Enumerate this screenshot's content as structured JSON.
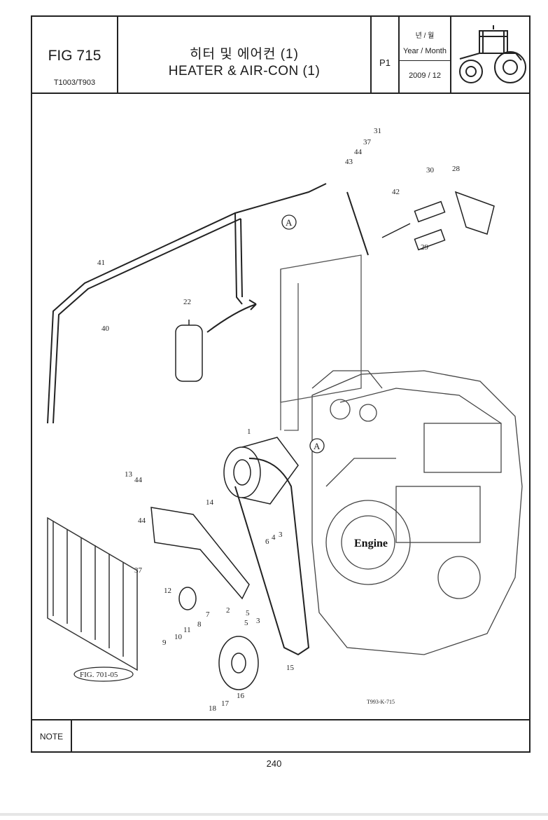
{
  "header": {
    "fig_no": "FIG 715",
    "model": "T1003/T903",
    "title_ko": "히터 및 에어컨 (1)",
    "title_en": "HEATER & AIR-CON (1)",
    "page_code": "P1",
    "ym_label_ko": "년 / 월",
    "ym_label_en": "Year / Month",
    "ym_date": "2009 / 12"
  },
  "diagram": {
    "engine_label": "Engine",
    "ref_figure": "FIG. 701-05",
    "drawing_code": "T993-K-715",
    "view_marker": "A",
    "callouts": [
      {
        "id": "c31",
        "label": "31"
      },
      {
        "id": "c37a",
        "label": "37"
      },
      {
        "id": "c44a",
        "label": "44"
      },
      {
        "id": "c43",
        "label": "43"
      },
      {
        "id": "c30",
        "label": "30"
      },
      {
        "id": "c28",
        "label": "28"
      },
      {
        "id": "c42",
        "label": "42"
      },
      {
        "id": "c29",
        "label": "29"
      },
      {
        "id": "c41",
        "label": "41"
      },
      {
        "id": "c40",
        "label": "40"
      },
      {
        "id": "c22",
        "label": "22"
      },
      {
        "id": "c1",
        "label": "1"
      },
      {
        "id": "c13",
        "label": "13"
      },
      {
        "id": "c44b",
        "label": "44"
      },
      {
        "id": "c14",
        "label": "14"
      },
      {
        "id": "c44c",
        "label": "44"
      },
      {
        "id": "c37b",
        "label": "37"
      },
      {
        "id": "c12",
        "label": "12"
      },
      {
        "id": "c6",
        "label": "6"
      },
      {
        "id": "c4",
        "label": "4"
      },
      {
        "id": "c3a",
        "label": "3"
      },
      {
        "id": "c5a",
        "label": "5"
      },
      {
        "id": "c2",
        "label": "2"
      },
      {
        "id": "c5b",
        "label": "5"
      },
      {
        "id": "c3b",
        "label": "3"
      },
      {
        "id": "c7",
        "label": "7"
      },
      {
        "id": "c8",
        "label": "8"
      },
      {
        "id": "c11",
        "label": "11"
      },
      {
        "id": "c10",
        "label": "10"
      },
      {
        "id": "c9",
        "label": "9"
      },
      {
        "id": "c15",
        "label": "15"
      },
      {
        "id": "c16",
        "label": "16"
      },
      {
        "id": "c17",
        "label": "17"
      },
      {
        "id": "c18",
        "label": "18"
      }
    ]
  },
  "note": {
    "label": "NOTE",
    "text": ""
  },
  "page_number": "240"
}
